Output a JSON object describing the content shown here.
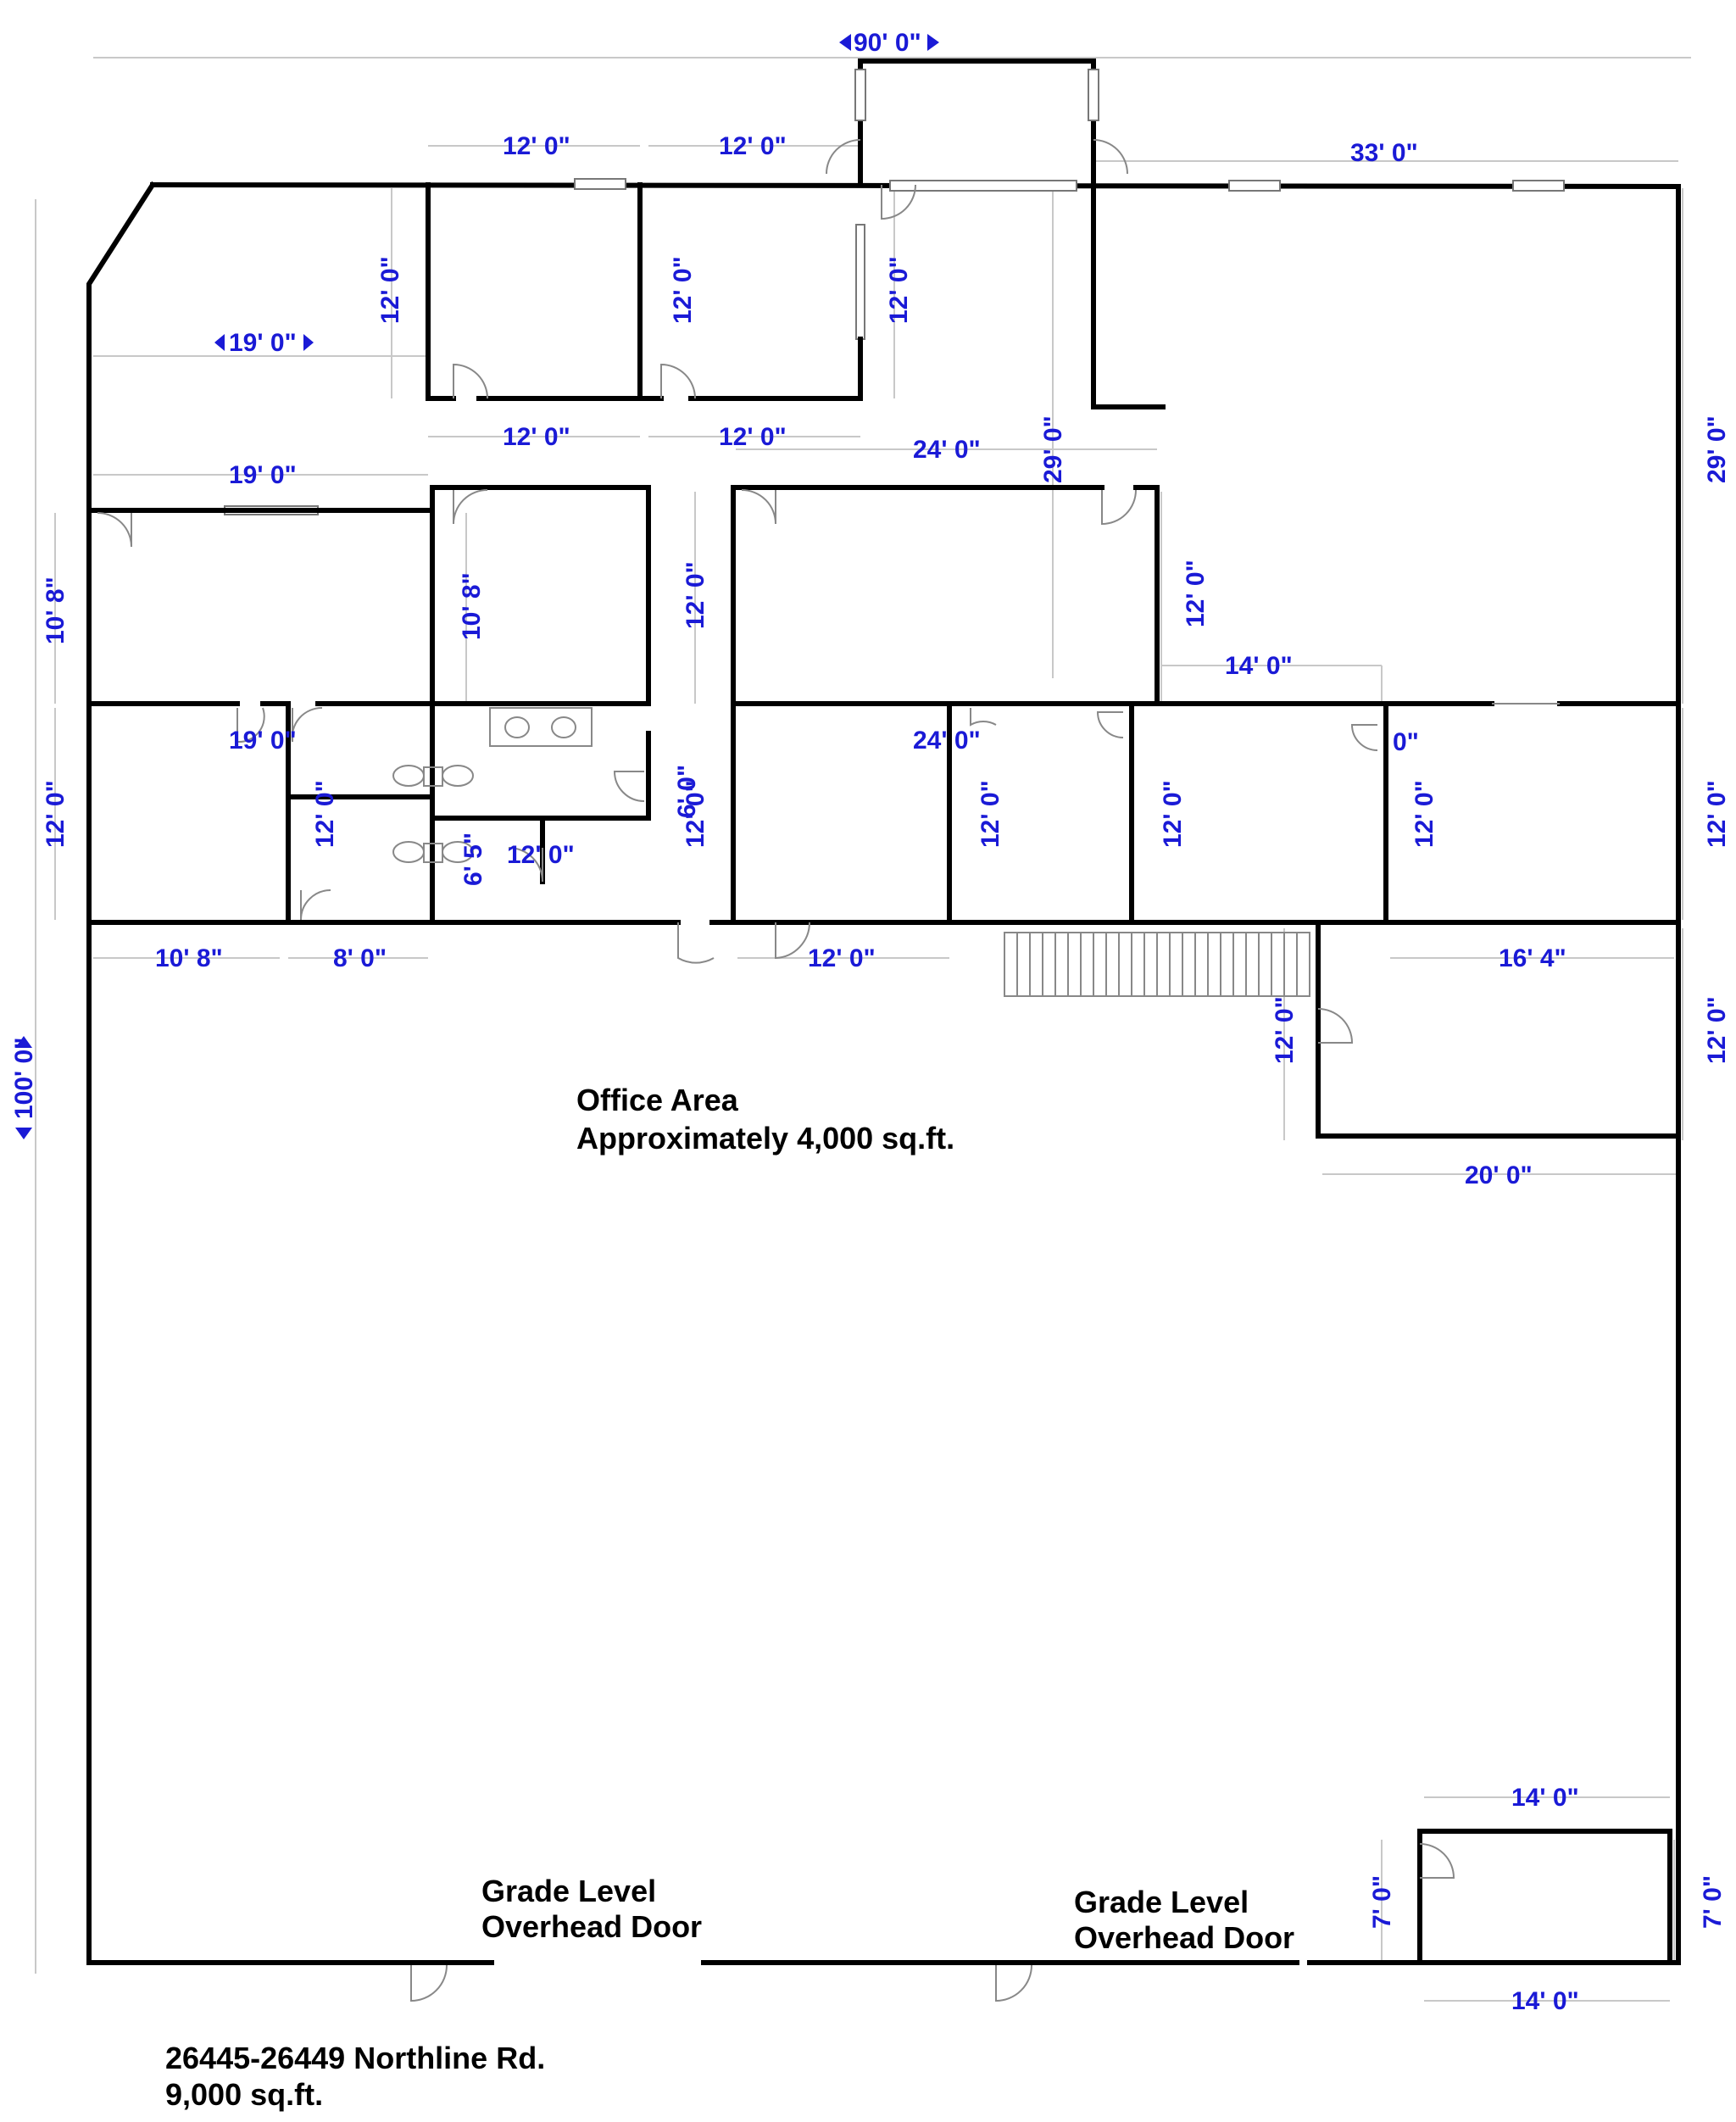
{
  "overall": {
    "width_label": "90' 0\"",
    "height_label": "100' 0\""
  },
  "dimensions": {
    "top_room1_width": "12' 0\"",
    "top_room2_width": "12' 0\"",
    "top_right_width": "33' 0\"",
    "top_room1_height": "12' 0\"",
    "top_room2_height": "12' 0\"",
    "corridor_height": "12' 0\"",
    "top_left_width": "19' 0\"",
    "top_room1_bottom": "12' 0\"",
    "top_room2_bottom": "12' 0\"",
    "conf_width": "24' 0\"",
    "right_upper_height_a": "29' 0\"",
    "right_upper_height_b": "29' 0\"",
    "office_left_width": "19' 0\"",
    "office_left_height": "10' 8\"",
    "office_mid_height": "10' 8\"",
    "conf_height_left": "12' 0\"",
    "conf_height_right": "12' 0\"",
    "mid_width_14": "14' 0\"",
    "lower_left_width": "19' 0\"",
    "lower_left_height": "12' 0\"",
    "restroom_height": "12' 0\"",
    "corridor_6": "6' 0\"",
    "hall_12": "12' 0\"",
    "restroom_small": "6' 5\"",
    "restroom_width": "12' 0\"",
    "lower_conf_width": "24' 0\"",
    "lower_office_a": "12' 0\"",
    "lower_office_b": "12' 0\"",
    "lower_office_c": "12' 0\"",
    "lower_office_d_w": "0\"",
    "lower_office_e": "12' 0\"",
    "right_mid_height": "12' 0\"",
    "bottom_10_8": "10' 8\"",
    "bottom_8_0": "8' 0\"",
    "bottom_12_0": "12' 0\"",
    "bottom_16_4": "16' 4\"",
    "stor_height": "12' 0\"",
    "right_lower_height": "12' 0\"",
    "stor_width": "20' 0\"",
    "small_room_top": "14' 0\"",
    "small_room_bottom": "14' 0\"",
    "small_room_left": "7' 0\"",
    "small_room_right": "7' 0\""
  },
  "labels": {
    "office_area_line1": "Office Area",
    "office_area_line2": "Approximately 4,000 sq.ft.",
    "door1_line1": "Grade Level",
    "door1_line2": "Overhead Door",
    "door2_line1": "Grade Level",
    "door2_line2": "Overhead Door",
    "address": "26445-26449 Northline Rd.",
    "area": "9,000 sq.ft."
  }
}
